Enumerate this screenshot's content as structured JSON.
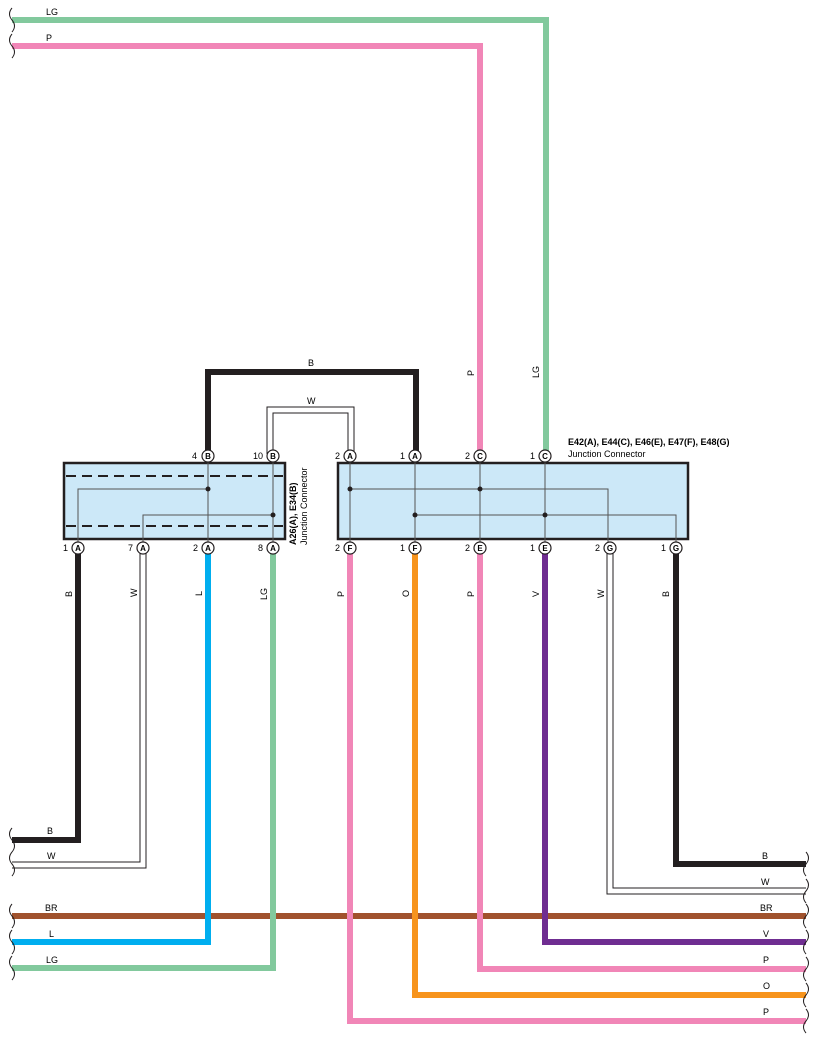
{
  "connectors": {
    "left": {
      "title": "A26(A), E34(B)",
      "subtitle": "Junction Connector",
      "fill": "#cce8f8"
    },
    "right": {
      "title": "E42(A), E44(C), E46(E), E47(F), E48(G)",
      "subtitle": "Junction Connector",
      "fill": "#cce8f8"
    }
  },
  "colors": {
    "B": "#231f20",
    "W": "#ffffff",
    "L": "#00aeef",
    "LG": "#82c99d",
    "P": "#f186b7",
    "O": "#f7941d",
    "V": "#6f2d91",
    "BR": "#a0522d"
  },
  "pins": {
    "left_top": [
      {
        "num": "4",
        "letter": "B"
      },
      {
        "num": "10",
        "letter": "B"
      }
    ],
    "left_bottom": [
      {
        "num": "1",
        "letter": "A"
      },
      {
        "num": "7",
        "letter": "A"
      },
      {
        "num": "2",
        "letter": "A"
      },
      {
        "num": "8",
        "letter": "A"
      }
    ],
    "right_top": [
      {
        "num": "2",
        "letter": "A"
      },
      {
        "num": "1",
        "letter": "A"
      },
      {
        "num": "2",
        "letter": "C"
      },
      {
        "num": "1",
        "letter": "C"
      }
    ],
    "right_bottom": [
      {
        "num": "2",
        "letter": "F"
      },
      {
        "num": "1",
        "letter": "F"
      },
      {
        "num": "2",
        "letter": "E"
      },
      {
        "num": "1",
        "letter": "E"
      },
      {
        "num": "2",
        "letter": "G"
      },
      {
        "num": "1",
        "letter": "G"
      }
    ]
  },
  "wire_labels": {
    "top_lg": "LG",
    "top_p": "P",
    "bridge_b": "B",
    "bridge_w": "W",
    "vert_p_top": "P",
    "vert_lg_top": "LG",
    "left_b": "B",
    "left_w": "W",
    "left_l": "L",
    "left_lg": "LG",
    "right_p1": "P",
    "right_o": "O",
    "right_p2": "P",
    "right_v": "V",
    "right_w": "W",
    "right_b": "B",
    "bl_b": "B",
    "bl_w": "W",
    "bl_br": "BR",
    "bl_l": "L",
    "bl_lg": "LG",
    "br_b": "B",
    "br_w": "W",
    "br_br": "BR",
    "br_v": "V",
    "br_p1": "P",
    "br_o": "O",
    "br_p2": "P"
  }
}
